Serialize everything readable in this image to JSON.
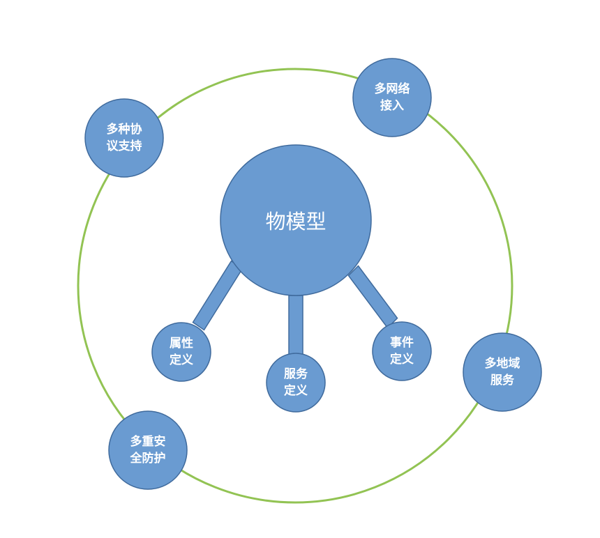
{
  "colors": {
    "ring": "#92C353",
    "node_fill": "#6A9BD1",
    "node_stroke": "#3F6A9C",
    "connector_fill": "#6A9BD1",
    "connector_stroke": "#3F6A9C",
    "text": "#FFFFFF"
  },
  "center": {
    "label": "物模型"
  },
  "definitions": [
    {
      "line1": "属性",
      "line2": "定义"
    },
    {
      "line1": "服务",
      "line2": "定义"
    },
    {
      "line1": "事件",
      "line2": "定义"
    }
  ],
  "features": [
    {
      "line1": "多种协",
      "line2": "议支持"
    },
    {
      "line1": "多网络",
      "line2": "接入"
    },
    {
      "line1": "多地域",
      "line2": "服务"
    },
    {
      "line1": "多重安",
      "line2": "全防护"
    }
  ]
}
